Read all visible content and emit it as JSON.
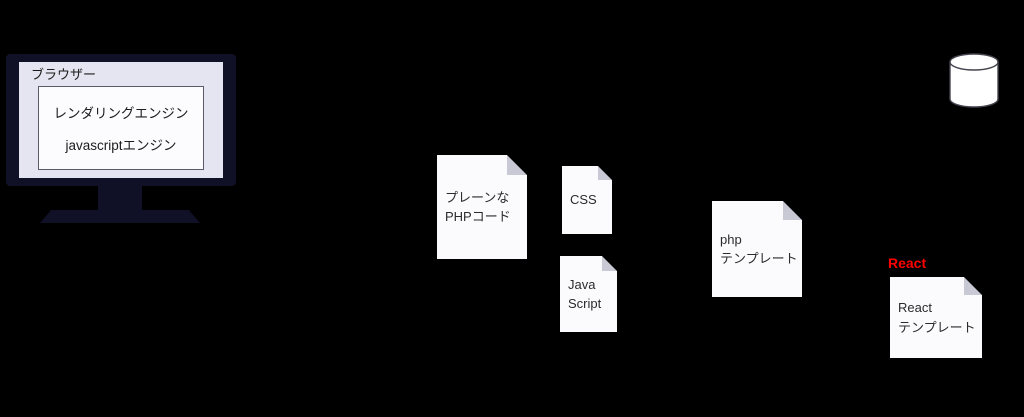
{
  "canvas": {
    "background_color": "#000000"
  },
  "browser": {
    "label": "ブラウザー",
    "engine_lines": [
      "レンダリングエンジン",
      "javascriptエンジン"
    ],
    "bezel_color": "#101026",
    "screen_color": "#e5e5f1"
  },
  "documents": {
    "plain_php": {
      "line1": "プレーンな",
      "line2": "PHPコード"
    },
    "css": {
      "line1": "CSS"
    },
    "javascript": {
      "line1": "Java",
      "line2": "Script"
    },
    "php_template": {
      "line1": "php",
      "line2": "テンプレート"
    },
    "react_template": {
      "line1": "React",
      "line2": "テンプレート"
    }
  },
  "react_badge": {
    "label": "React",
    "color": "#ff0000"
  },
  "icons": {
    "monitor": "browser-monitor-icon",
    "document": "document-page-icon",
    "database": "database-cylinder-icon"
  }
}
